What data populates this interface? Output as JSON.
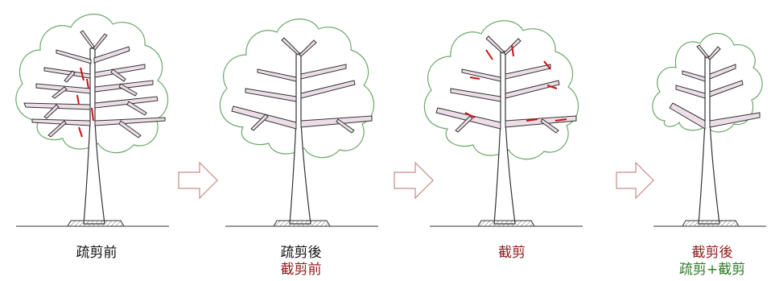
{
  "stages": [
    {
      "name": "stage-before-thinning",
      "caption_lines": [
        {
          "text": "疏剪前",
          "color": "#111111"
        }
      ]
    },
    {
      "name": "stage-after-thinning",
      "caption_lines": [
        {
          "text": "疏剪後",
          "color": "#111111"
        },
        {
          "text": "截剪前",
          "color": "#8b1a1a"
        }
      ]
    },
    {
      "name": "stage-heading-cut",
      "caption_lines": [
        {
          "text": "截剪",
          "color": "#8b1a1a"
        }
      ]
    },
    {
      "name": "stage-after-heading",
      "caption_lines": [
        {
          "text": "截剪後",
          "color": "#8b1a1a"
        },
        {
          "text": "疏剪+截剪",
          "color": "#2a7a22"
        }
      ]
    }
  ],
  "colors": {
    "canopy_outline": "#6aa86a",
    "branch_fill": "#ecdde6",
    "branch_stroke": "#333333",
    "cut_mark": "#cc1111",
    "arrow_stroke": "#c98a8a"
  },
  "icons": [
    "right-arrow-icon"
  ]
}
